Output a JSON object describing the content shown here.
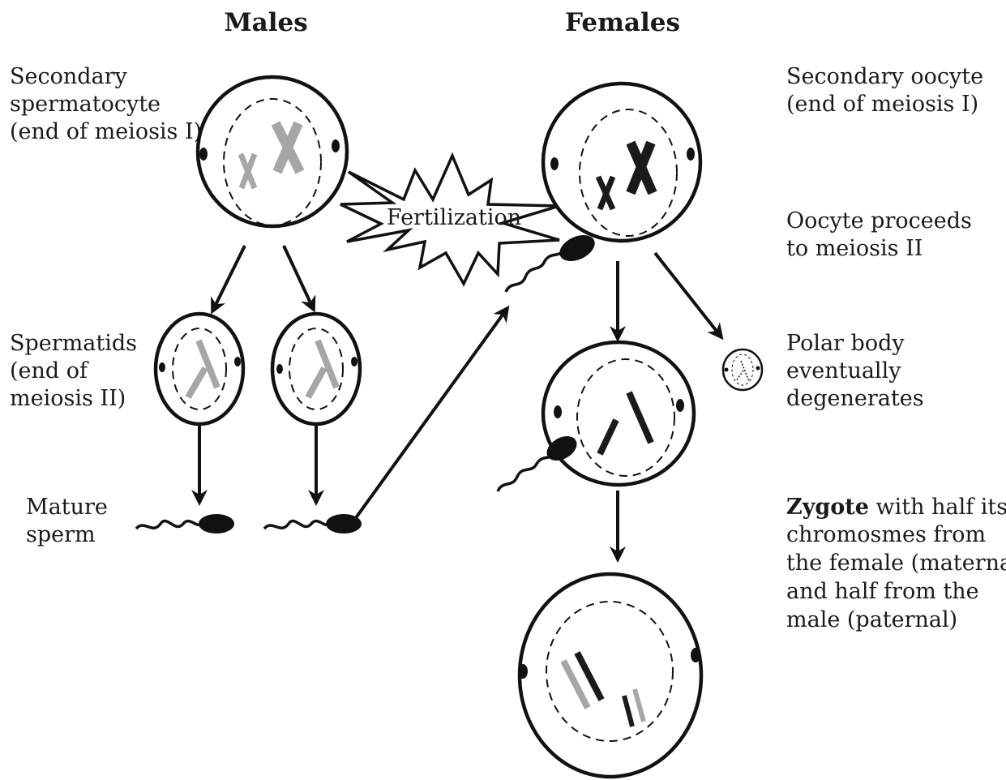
{
  "titles": {
    "males": "Males",
    "females": "Females"
  },
  "labels": {
    "secondary_spermatocyte": [
      "Secondary",
      "spermatocyte",
      "(end of meiosis I)"
    ],
    "spermatids": [
      "Spermatids",
      "(end of",
      "meiosis II)"
    ],
    "mature_sperm": [
      "Mature",
      "sperm"
    ],
    "secondary_oocyte": [
      "Secondary oocyte",
      "(end of meiosis I)"
    ],
    "oocyte_meiosis": [
      "Oocyte proceeds",
      "to meiosis II"
    ],
    "polar_body": [
      "Polar body",
      "eventually",
      "degenerates"
    ],
    "fertilization": "Fertilization",
    "zygote_bold": "Zygote",
    "zygote_rest": " with half its",
    "zygote_lines": [
      "chromosmes from",
      "the female (maternal)",
      "and half from the",
      "male (paternal)"
    ]
  },
  "colors": {
    "paternal": "#a6a6a6",
    "maternal": "#1a1a1a",
    "outline": "#111111"
  }
}
